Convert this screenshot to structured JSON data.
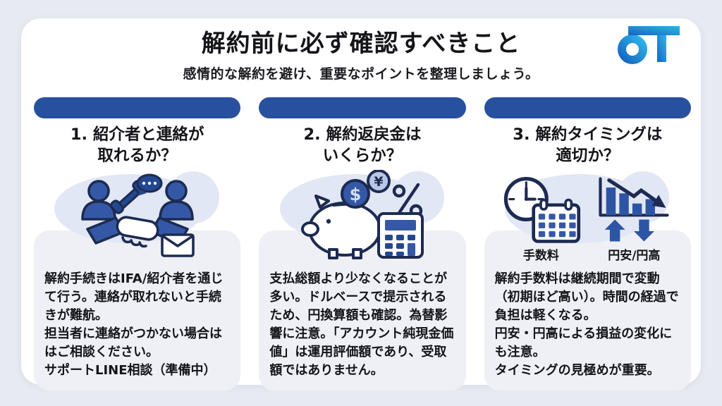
{
  "header": {
    "title": "解約前に必ず確認すべきこと",
    "subtitle": "感情的な解約を避け、重要なポイントを整理しましょう。",
    "logo_text": "OT"
  },
  "colors": {
    "background": "#e8eaf1",
    "card": "#ffffff",
    "header_bar": "#27509e",
    "panel": "#eef0f6",
    "icon_blue": "#3558a6",
    "icon_outline": "#1d2b52",
    "icon_cloud": "#e1e7f4",
    "logo_gradient_start": "#1566c1",
    "logo_gradient_end": "#30b4e9",
    "text": "#141419"
  },
  "columns": [
    {
      "heading": "1. 紹介者と連絡が\n取れるか？",
      "icon": "handshake-communication-icon",
      "body": "解約手続きはIFA/紹介者を通じて行う。連絡が取れないと手続きが難航。\n担当者に連絡がつかない場合ははご相談ください。\nサポートLINE相談（準備中）"
    },
    {
      "heading": "2. 解約返戻金は\nいくらか？",
      "icon": "piggy-bank-calculator-icon",
      "icon_symbols": [
        "$",
        "¥"
      ],
      "body": "支払総額より少なくなることが多い。ドルベースで提示されるため、円換算額も確認。為替影響に注意。「アカウント純現金価値」は運用評価額であり、受取額ではありません。"
    },
    {
      "heading": "3. 解約タイミングは\n適切か？",
      "icon": "clock-calendar-chart-icon",
      "icon_labels": [
        "手数料",
        "円安/円高"
      ],
      "body": "解約手数料は継続期間で変動（初期ほど高い）。時間の経過で負担は軽くなる。\n円安・円高による損益の変化にも注意。\nタイミングの見極めが重要。"
    }
  ]
}
